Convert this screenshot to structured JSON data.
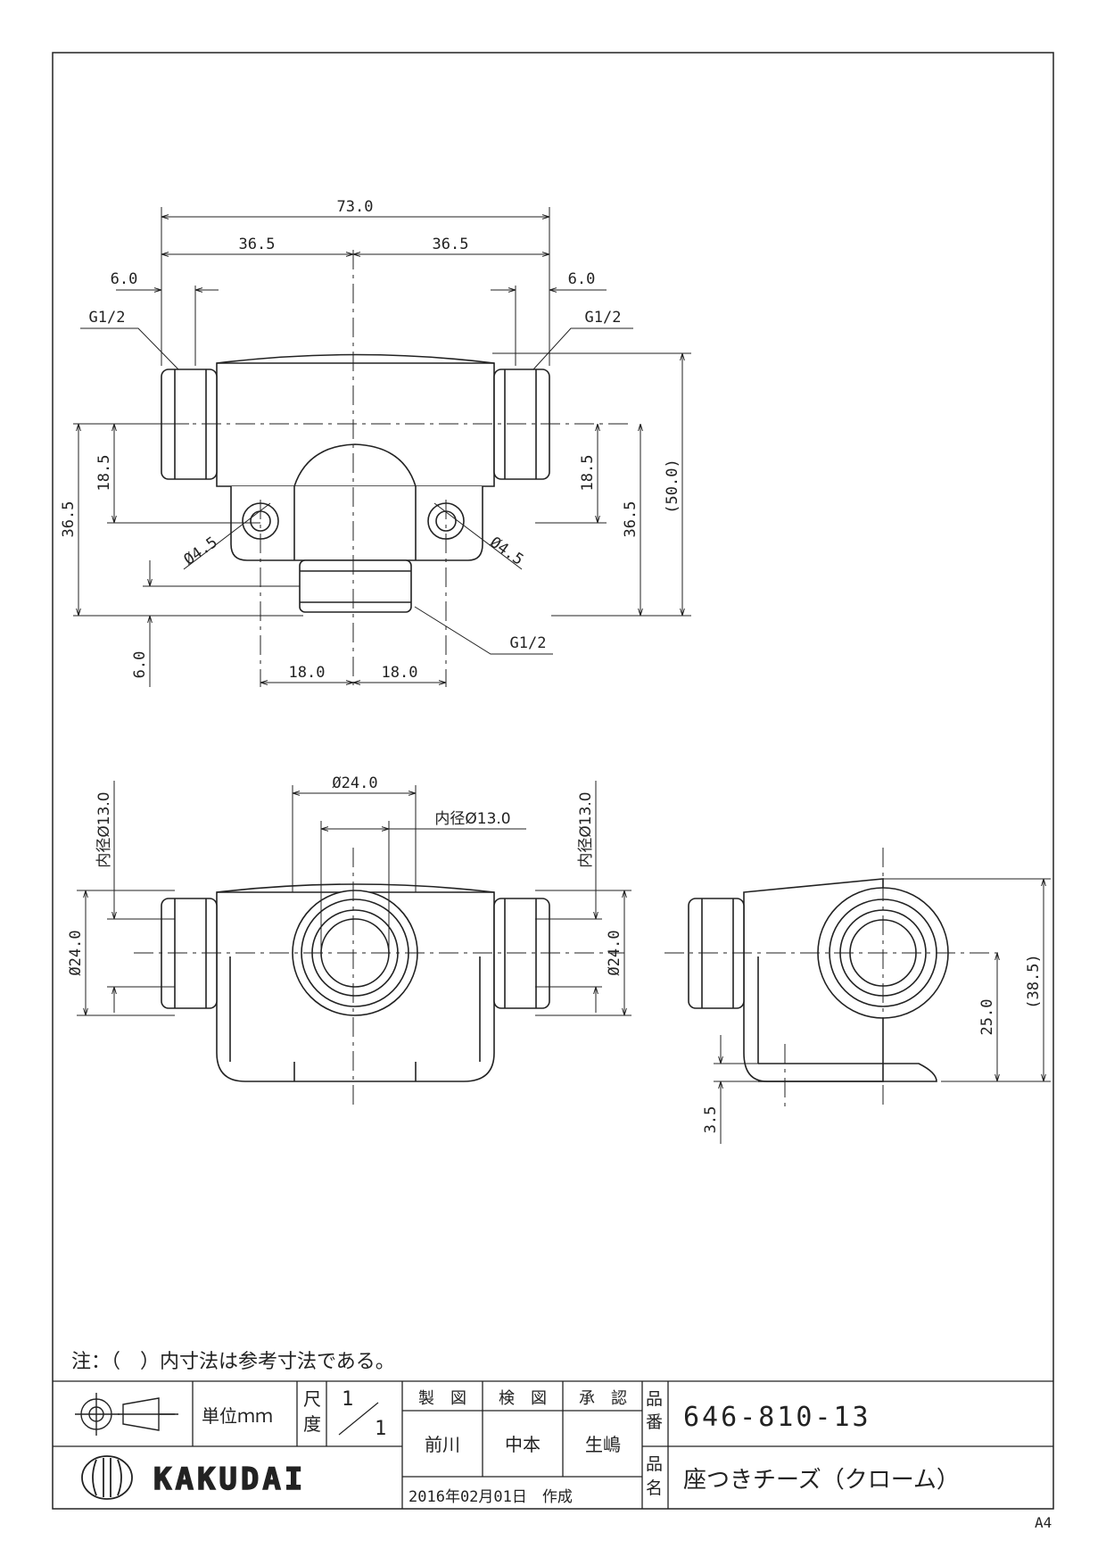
{
  "note": "注：（　）内寸法は参考寸法である。",
  "sheet_size": "A4",
  "dims_front": {
    "overall": "73.0",
    "half_left": "36.5",
    "half_right": "36.5",
    "thread_left": "6.0",
    "thread_right": "6.0",
    "g_left": "G1/2",
    "g_right": "G1/2",
    "g_bottom": "G1/2",
    "h_left_inner": "18.5",
    "h_left_outer": "36.5",
    "h_right_inner": "18.5",
    "h_right_mid": "36.5",
    "h_right_outer": "(50.0)",
    "hole_left": "Ø4.5",
    "hole_right": "Ø4.5",
    "bottom_thread": "6.0",
    "hole_pitch_left": "18.0",
    "hole_pitch_right": "18.0"
  },
  "dims_bottom": {
    "outer_dia": "Ø24.0",
    "inner_dia": "内径Ø13.0",
    "left_inner": "内径Ø13.0",
    "left_outer": "Ø24.0",
    "right_inner": "内径Ø13.0",
    "right_outer": "Ø24.0"
  },
  "dims_side": {
    "height_center": "25.0",
    "height_total": "(38.5)",
    "base": "3.5"
  },
  "title_block": {
    "unit": "単位ｍｍ",
    "scale_label_1": "尺",
    "scale_label_2": "度",
    "scale_num": "1",
    "scale_den": "1",
    "drawn_label": "製　図",
    "checked_label": "検　図",
    "approved_label": "承　認",
    "drawn_by": "前川",
    "checked_by": "中本",
    "approved_by": "生嶋",
    "date": "2016年02月01日　作成",
    "part_no_label_1": "品",
    "part_no_label_2": "番",
    "part_no": "646-810-13",
    "part_name_label_1": "品",
    "part_name_label_2": "名",
    "part_name": "座つきチーズ（クローム）",
    "brand": "KAKUDAI"
  }
}
